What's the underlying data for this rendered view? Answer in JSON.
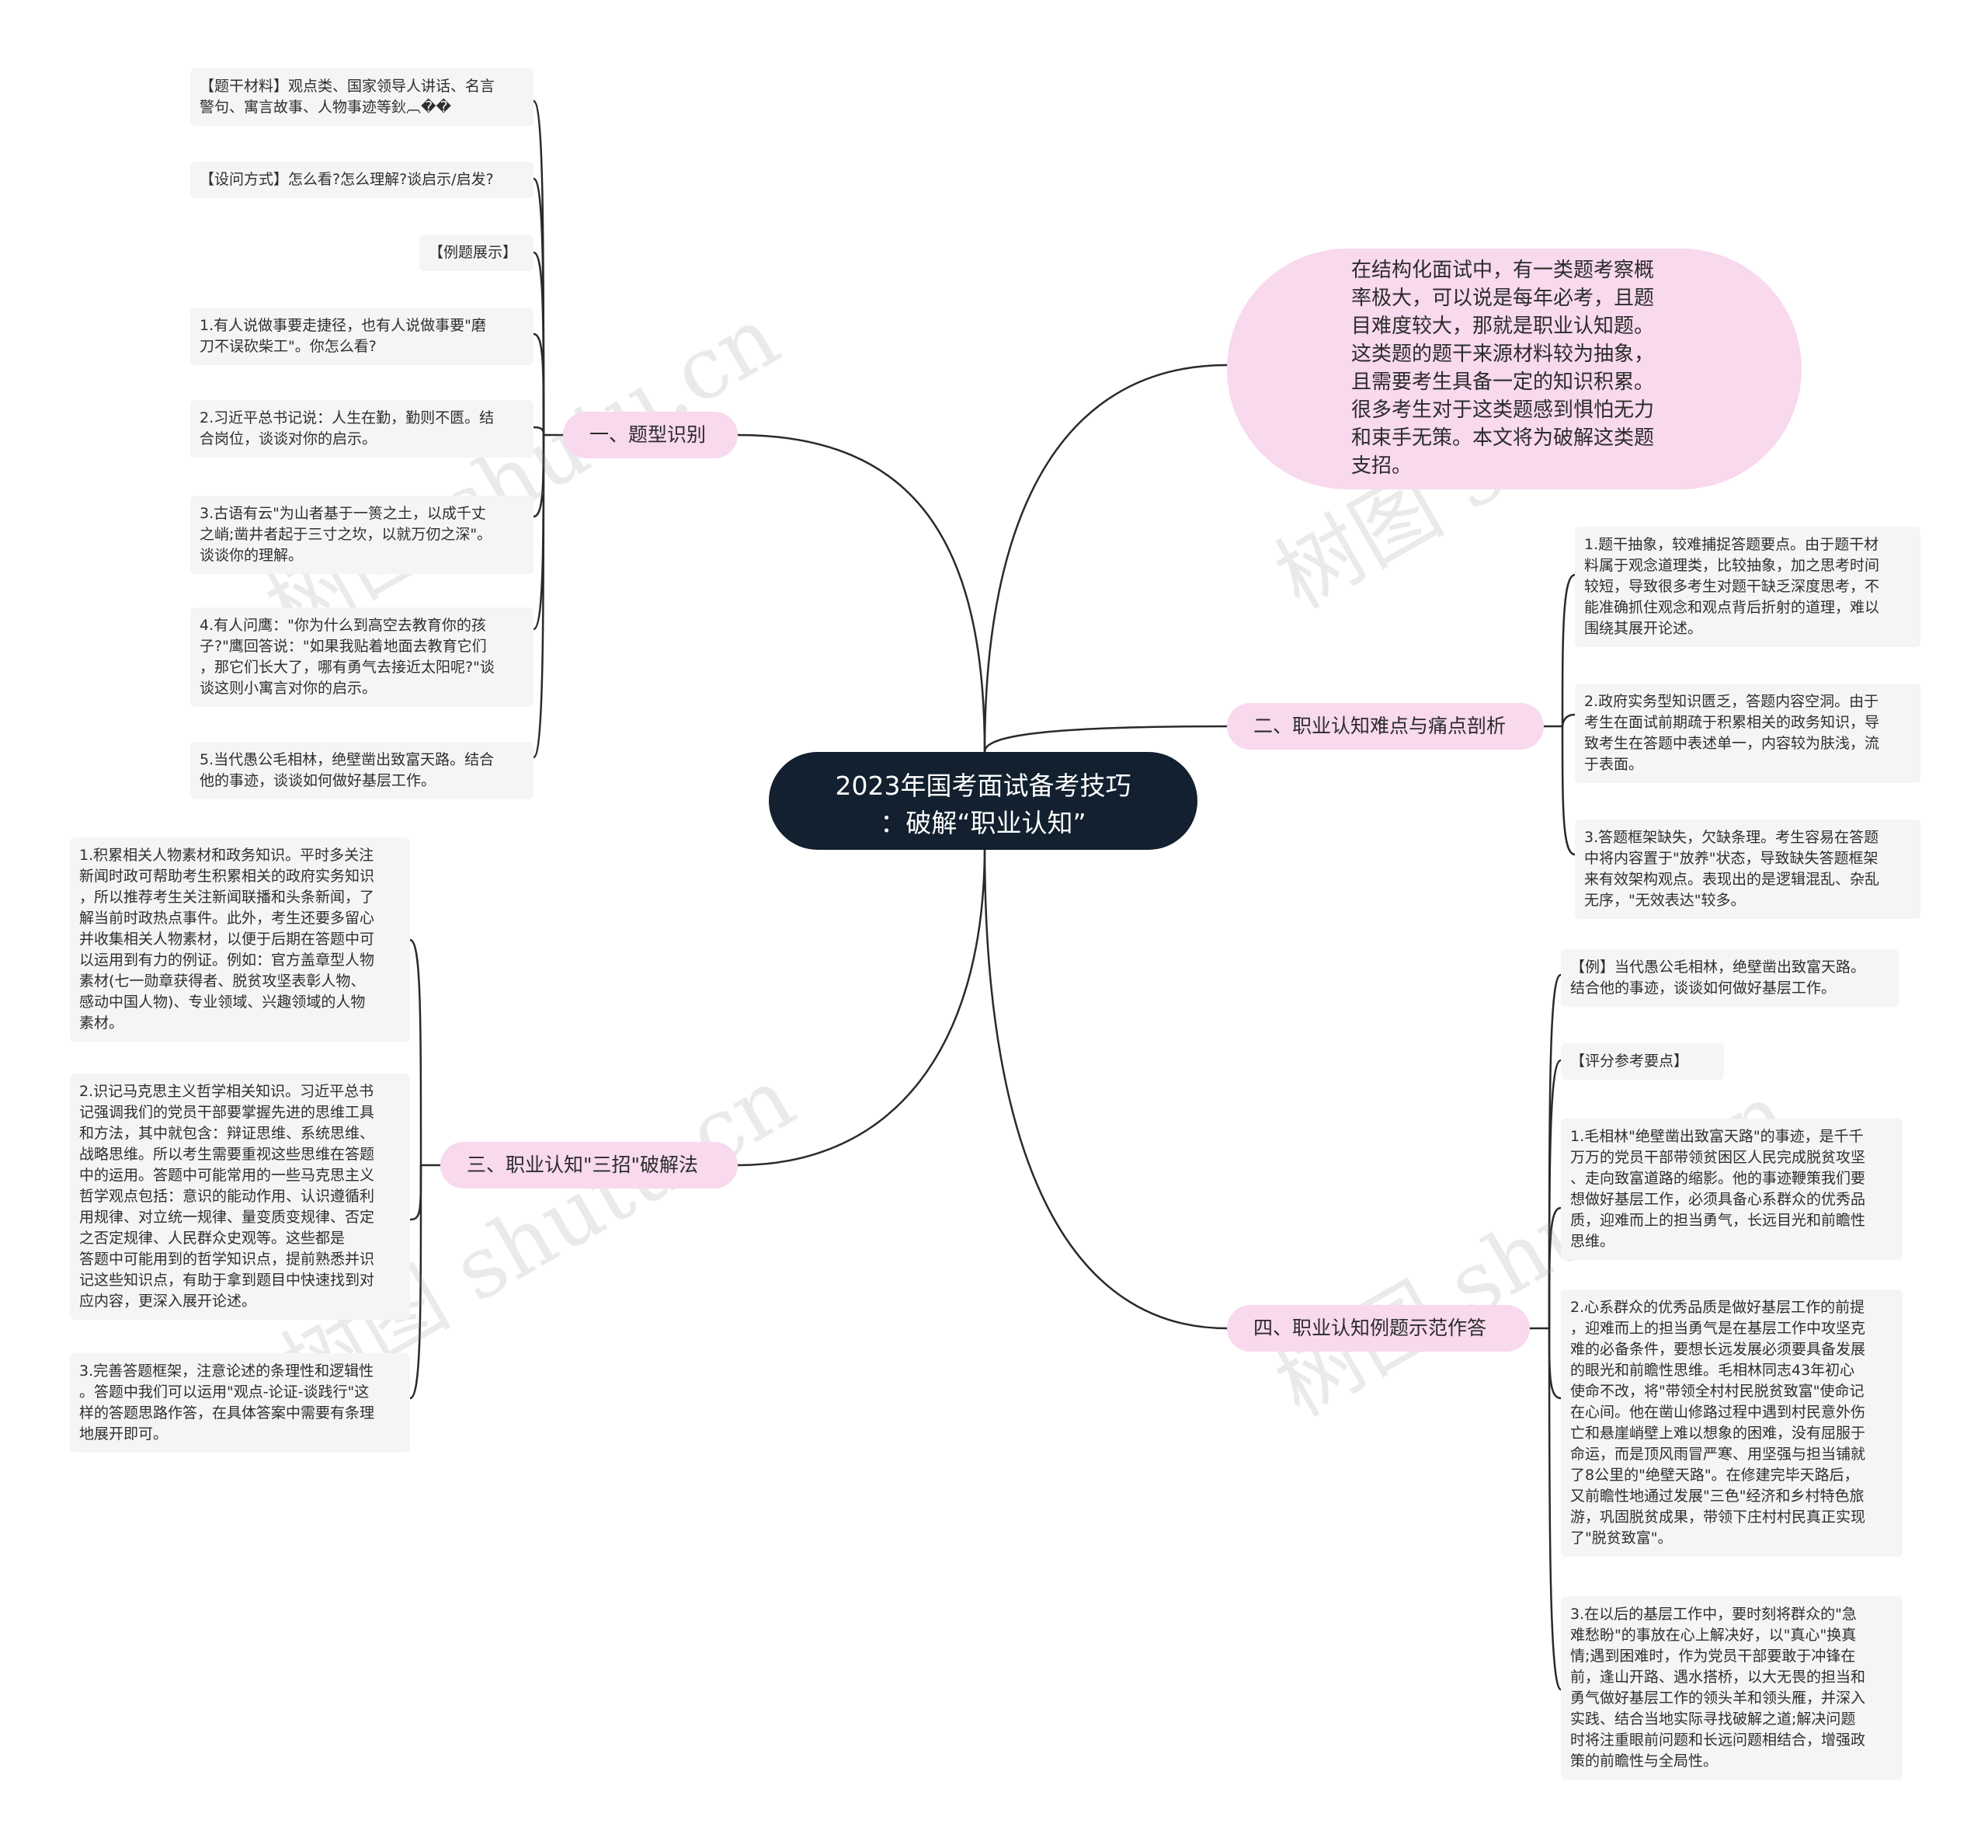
{
  "root": {
    "title": "2023年国考面试备考技巧\n：破解“职业认知”"
  },
  "intro": {
    "text": "在结构化面试中，有一类题考察概\n率极大，可以说是每年必考，且题\n目难度较大，那就是职业认知题。\n这类题的题干来源材料较为抽象，\n且需要考生具备一定的知识积累。\n很多考生对于这类题感到惧怕无力\n和束手无策。本文将为破解这类题\n支招。"
  },
  "branches": [
    {
      "label": "一、题型识别",
      "items": [
        "【题干材料】观点类、国家领导人讲话、名言\n警句、寓言故事、人物事迹等鈥︹��",
        "【设问方式】怎么看?怎么理解?谈启示/启发?",
        "【例题展示】",
        "1.有人说做事要走捷径，也有人说做事要\"磨\n刀不误砍柴工\"。你怎么看?",
        "2.习近平总书记说：人生在勤，勤则不匮。结\n合岗位，谈谈对你的启示。",
        "3.古语有云\"为山者基于一篑之土，以成千丈\n之峭;凿井者起于三寸之坎，以就万仞之深\"。\n谈谈你的理解。",
        "4.有人问鹰：\"你为什么到高空去教育你的孩\n子?\"鹰回答说：\"如果我贴着地面去教育它们\n，那它们长大了，哪有勇气去接近太阳呢?\"谈\n谈这则小寓言对你的启示。",
        "5.当代愚公毛相林，绝壁凿出致富天路。结合\n他的事迹，谈谈如何做好基层工作。"
      ]
    },
    {
      "label": "二、职业认知难点与痛点剖析",
      "items": [
        "1.题干抽象，较难捕捉答题要点。由于题干材\n料属于观念道理类，比较抽象，加之思考时间\n较短，导致很多考生对题干缺乏深度思考，不\n能准确抓住观念和观点背后折射的道理，难以\n围绕其展开论述。",
        "2.政府实务型知识匮乏，答题内容空洞。由于\n考生在面试前期疏于积累相关的政务知识，导\n致考生在答题中表述单一，内容较为肤浅，流\n于表面。",
        "3.答题框架缺失，欠缺条理。考生容易在答题\n中将内容置于\"放养\"状态，导致缺失答题框架\n来有效架构观点。表现出的是逻辑混乱、杂乱\n无序，\"无效表达\"较多。"
      ]
    },
    {
      "label": "三、职业认知\"三招\"破解法",
      "items": [
        "1.积累相关人物素材和政务知识。平时多关注\n新闻时政可帮助考生积累相关的政府实务知识\n，所以推荐考生关注新闻联播和头条新闻，了\n解当前时政热点事件。此外，考生还要多留心\n并收集相关人物素材，以便于后期在答题中可\n以运用到有力的例证。例如：官方盖章型人物\n素材(七一勋章获得者、脱贫攻坚表彰人物、\n感动中国人物)、专业领域、兴趣领域的人物\n素材。",
        "2.识记马克思主义哲学相关知识。习近平总书\n记强调我们的党员干部要掌握先进的思维工具\n和方法，其中就包含：辩证思维、系统思维、\n战略思维。所以考生需要重视这些思维在答题\n中的运用。答题中可能常用的一些马克思主义\n哲学观点包括：意识的能动作用、认识遵循利\n用规律、对立统一规律、量变质变规律、否定\n之否定规律、人民群众史观等。这些都是\n答题中可能用到的哲学知识点，提前熟悉并识\n记这些知识点，有助于拿到题目中快速找到对\n应内容，更深入展开论述。",
        "3.完善答题框架，注意论述的条理性和逻辑性\n。答题中我们可以运用\"观点-论证-谈践行\"这\n样的答题思路作答，在具体答案中需要有条理\n地展开即可。"
      ]
    },
    {
      "label": "四、职业认知例题示范作答",
      "items": [
        "【例】当代愚公毛相林，绝壁凿出致富天路。\n结合他的事迹，谈谈如何做好基层工作。",
        "【评分参考要点】",
        "1.毛相林\"绝壁凿出致富天路\"的事迹，是千千\n万万的党员干部带领贫困区人民完成脱贫攻坚\n、走向致富道路的缩影。他的事迹鞭策我们要\n想做好基层工作，必须具备心系群众的优秀品\n质，迎难而上的担当勇气，长远目光和前瞻性\n思维。",
        "2.心系群众的优秀品质是做好基层工作的前提\n，迎难而上的担当勇气是在基层工作中攻坚克\n难的必备条件，要想长远发展必须要具备发展\n的眼光和前瞻性思维。毛相林同志43年初心\n使命不改，将\"带领全村村民脱贫致富\"使命记\n在心间。他在凿山修路过程中遇到村民意外伤\n亡和悬崖峭壁上难以想象的困难，没有屈服于\n命运，而是顶风雨冒严寒、用坚强与担当铺就\n了8公里的\"绝壁天路\"。在修建完毕天路后，\n又前瞻性地通过发展\"三色\"经济和乡村特色旅\n游，巩固脱贫成果，带领下庄村村民真正实现\n了\"脱贫致富\"。",
        "3.在以后的基层工作中，要时刻将群众的\"急\n难愁盼\"的事放在心上解决好，以\"真心\"换真\n情;遇到困难时，作为党员干部要敢于冲锋在\n前，逢山开路、遇水搭桥，以大无畏的担当和\n勇气做好基层工作的领头羊和领头雁，并深入\n实践、结合当地实际寻找破解之道;解决问题\n时将注重眼前问题和长远问题相结合，增强政\n策的前瞻性与全局性。"
      ]
    }
  ],
  "watermark": "树图 shutu.cn",
  "colors": {
    "root_bg": "#12202f",
    "branch_bg": "#f8d9ee",
    "leaf_bg": "#f5f5f5",
    "line": "#2a2a2a"
  }
}
